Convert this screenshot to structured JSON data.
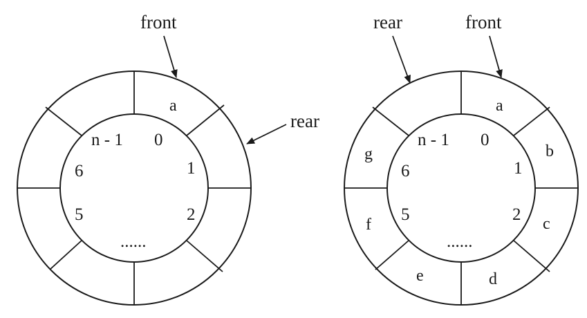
{
  "queues": [
    {
      "id": "empty",
      "index_labels": {
        "n_minus_1": "n - 1",
        "i0": "0",
        "i1": "1",
        "i2": "2",
        "i5": "5",
        "i6": "6",
        "dots": "......"
      },
      "cells": {
        "top": "a"
      },
      "front_label": "front",
      "rear_label": "rear"
    },
    {
      "id": "full",
      "index_labels": {
        "n_minus_1": "n - 1",
        "i0": "0",
        "i1": "1",
        "i2": "2",
        "i5": "5",
        "i6": "6",
        "dots": "......"
      },
      "cells": {
        "a": "a",
        "b": "b",
        "c": "c",
        "d": "d",
        "e": "e",
        "f": "f",
        "g": "g"
      },
      "front_label": "front",
      "rear_label": "rear"
    }
  ]
}
